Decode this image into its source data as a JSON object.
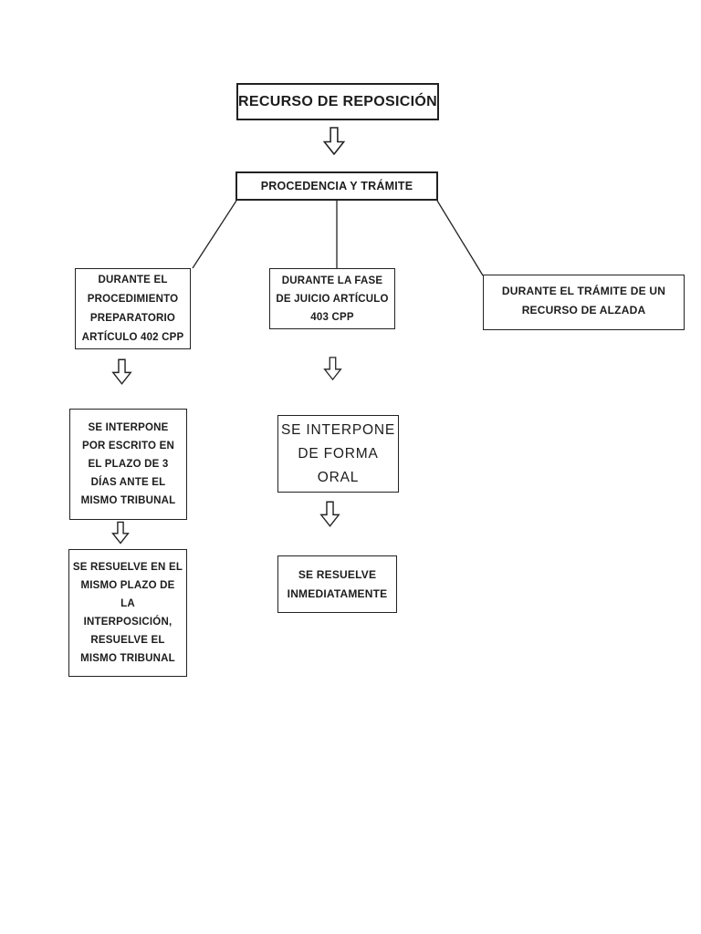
{
  "colors": {
    "background": "#ffffff",
    "line": "#222222",
    "text": "#1c1c1c",
    "box_fill": "#ffffff"
  },
  "nodes": {
    "recurso": {
      "label": "RECURSO DE REPOSICIÓN"
    },
    "procedencia": {
      "label": "PROCEDENCIA Y TRÁMITE"
    },
    "preparatorio": {
      "label": "DURANTE EL\nPROCEDIMIENTO\nPREPARATORIO\nARTÍCULO 402 CPP"
    },
    "fase_juicio": {
      "label": "DURANTE LA FASE\nDE JUICIO ARTÍCULO\n403 CPP"
    },
    "alzada": {
      "label": "DURANTE EL TRÁMITE DE UN\nRECURSO DE ALZADA"
    },
    "interpone_escrito": {
      "label": "SE INTERPONE\nPOR ESCRITO EN\nEL PLAZO DE 3\nDÍAS ANTE EL\nMISMO TRIBUNAL"
    },
    "resuelve_plazo": {
      "label": "SE RESUELVE EN EL\nMISMO PLAZO DE\nLA\nINTERPOSICIÓN,\nRESUELVE EL\nMISMO TRIBUNAL"
    },
    "interpone_oral": {
      "label": "SE INTERPONE\nDE FORMA\nORAL"
    },
    "resuelve_inmediato": {
      "label": "SE RESUELVE\nINMEDIATAMENTE"
    }
  },
  "icons": {
    "down_arrow": "hollow-down-arrow"
  }
}
